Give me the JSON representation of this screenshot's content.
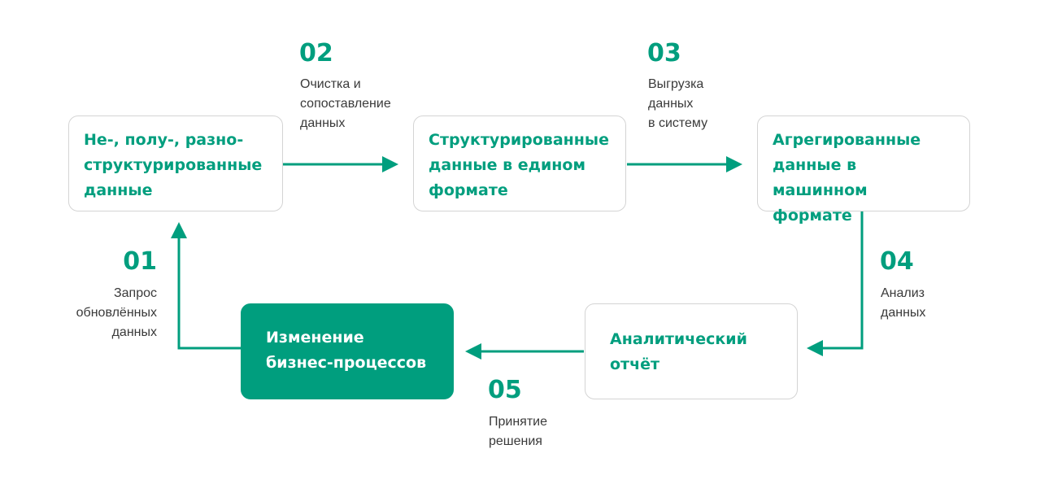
{
  "colors": {
    "accent": "#009e7e",
    "box_border": "#d4d4d4",
    "text": "#3a3a3a"
  },
  "boxes": {
    "raw": "Не-, полу-, разно-\nструктурированные\nданные",
    "structured": "Структурированные\nданные в едином\nформате",
    "aggregated": "Агрегированные\nданные в машинном\nформате",
    "report": "Аналитический\nотчёт",
    "change": "Изменение\nбизнес-процессов"
  },
  "steps": [
    {
      "number": "01",
      "text": "Запрос\nобновлённых\nданных"
    },
    {
      "number": "02",
      "text": "Очистка и\nсопоставление\nданных"
    },
    {
      "number": "03",
      "text": "Выгрузка\nданных\nв систему"
    },
    {
      "number": "04",
      "text": "Анализ\nданных"
    },
    {
      "number": "05",
      "text": "Принятие\nрешения"
    }
  ]
}
